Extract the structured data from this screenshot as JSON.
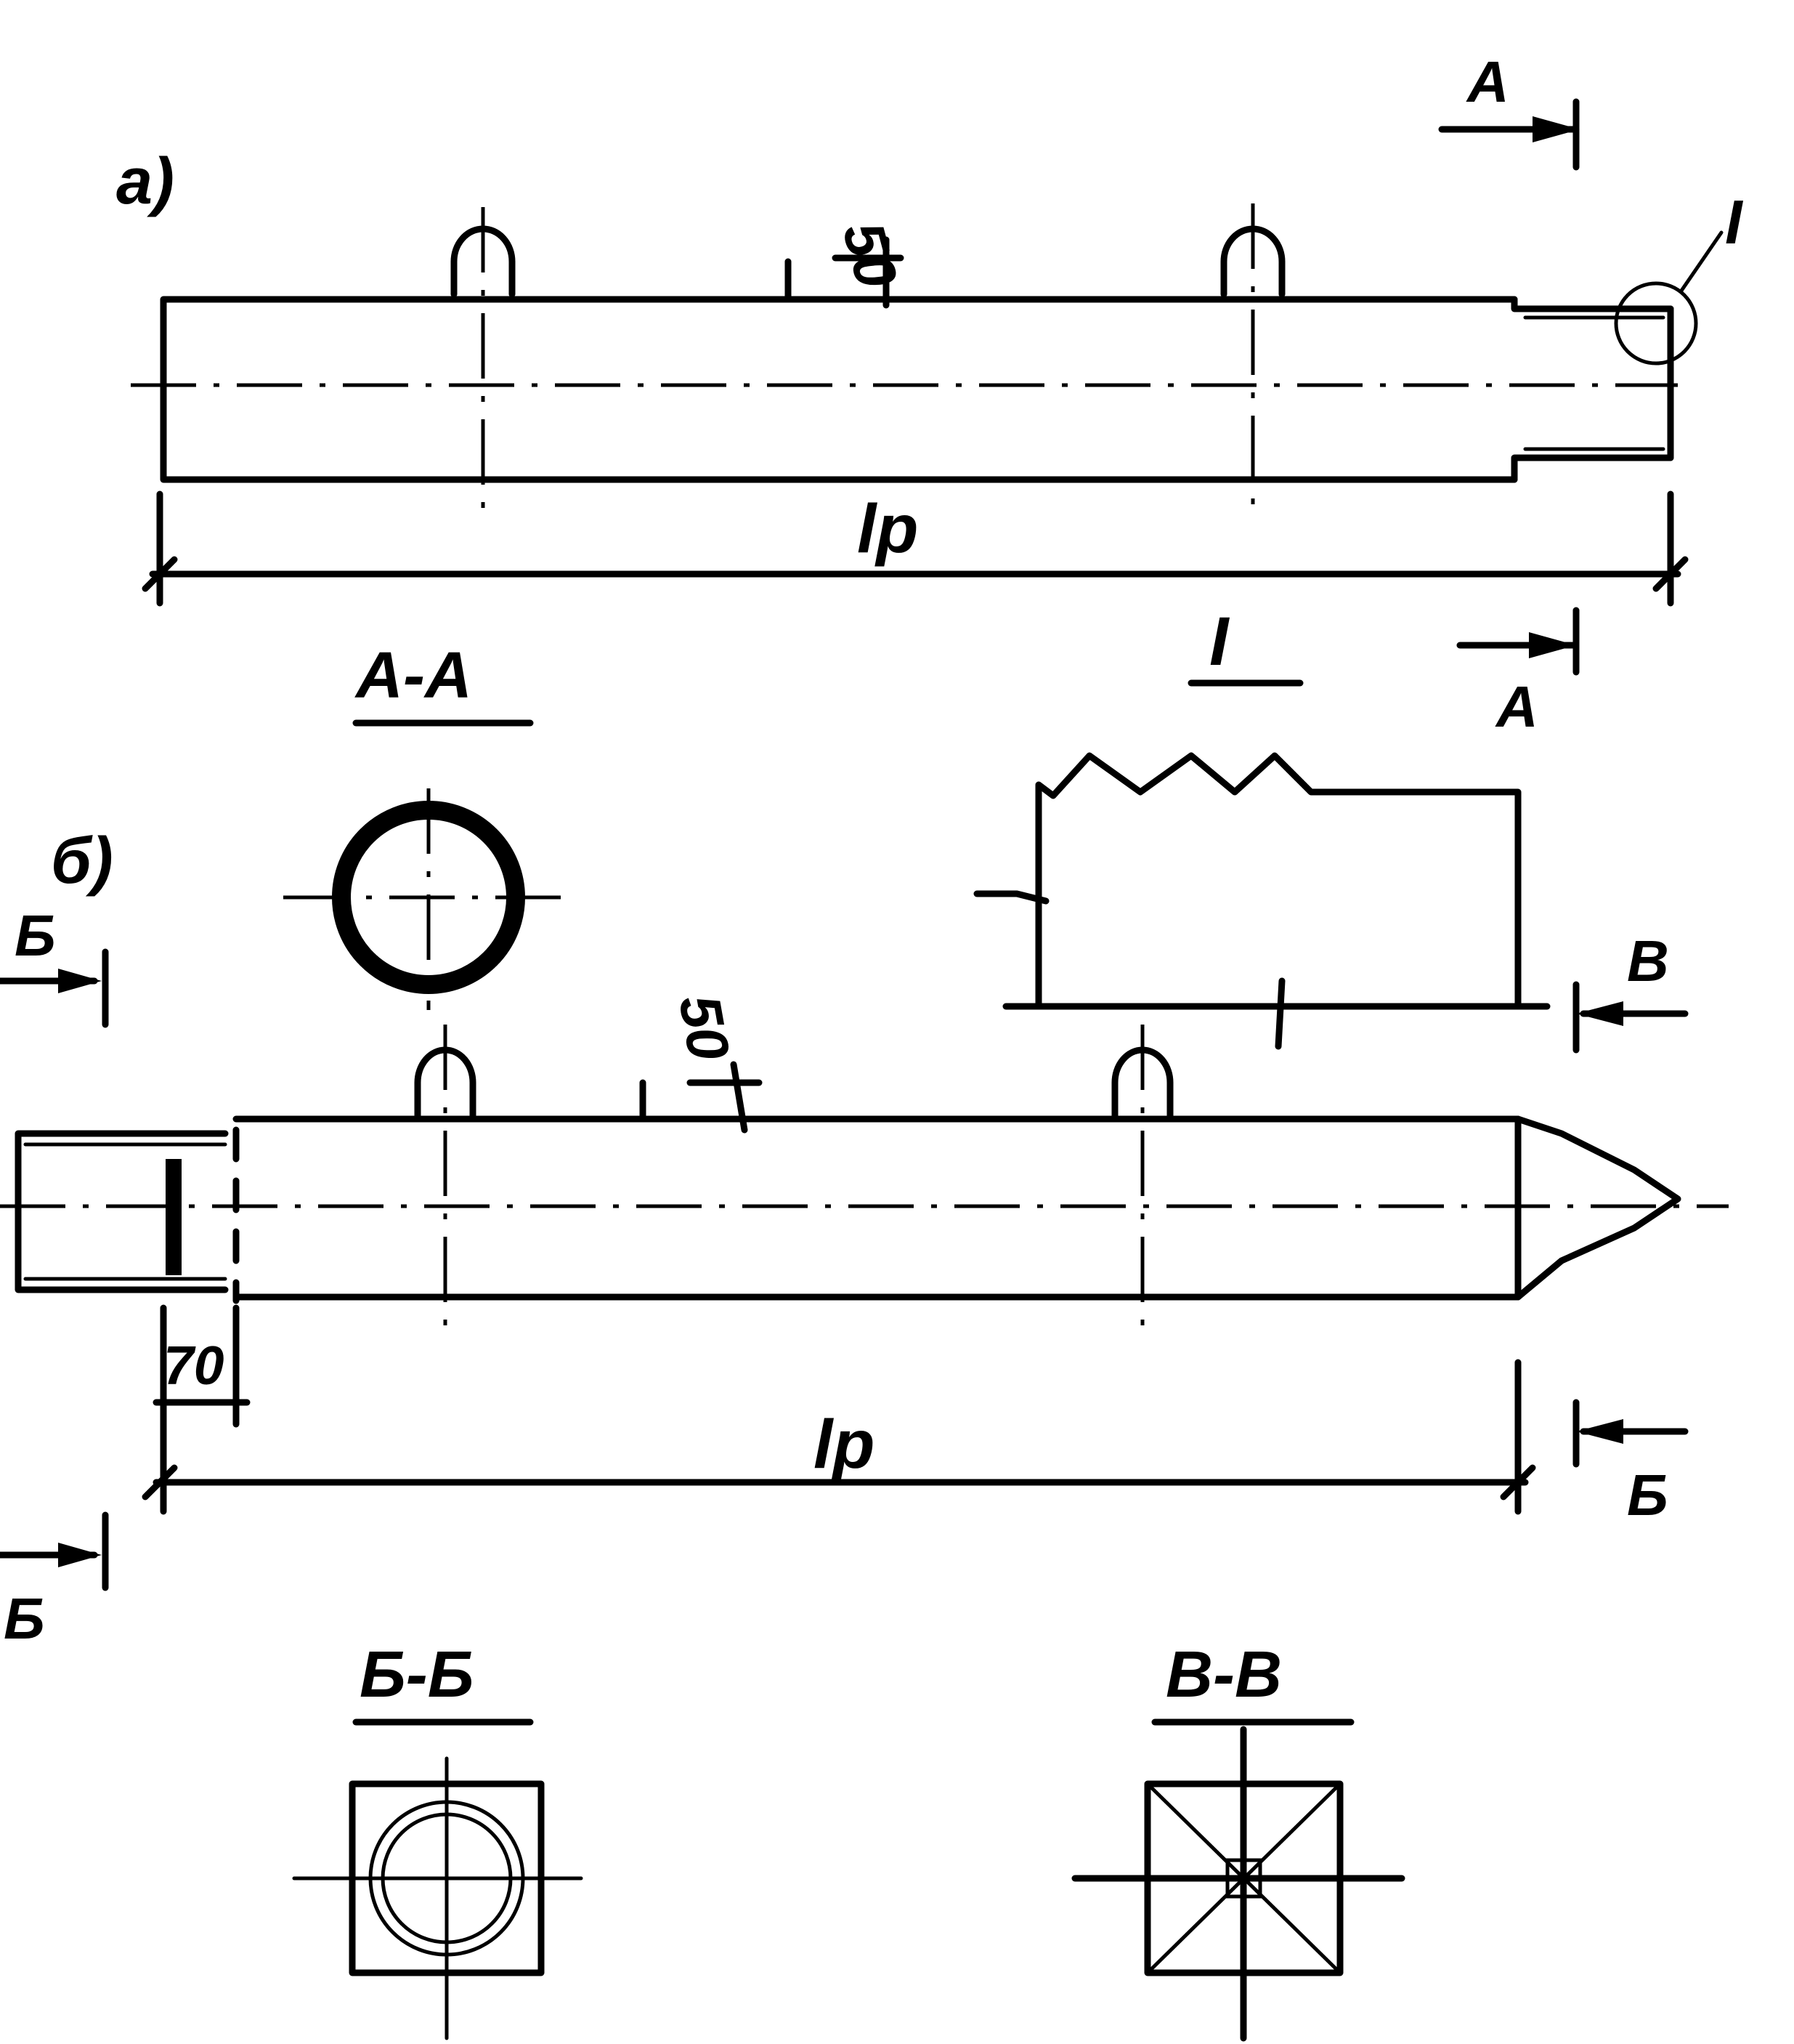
{
  "view_a": {
    "label": "а)",
    "length_label": "lр",
    "dim_50": "50",
    "detail_ref": "I",
    "section_mark_top": "A",
    "section_mark_bottom": "A"
  },
  "section_a_a": {
    "title": "A-A"
  },
  "detail_i": {
    "title": "I"
  },
  "view_b": {
    "label": "б)",
    "length_label": "lр",
    "dim_50": "50",
    "dim_70": "70",
    "section_mark_b_left_top": "Б",
    "section_mark_b_left_bottom": "Б",
    "section_mark_b_right": "Б",
    "section_mark_v": "В"
  },
  "section_b_b": {
    "title": "Б-Б"
  },
  "section_v_v": {
    "title": "В-В"
  }
}
